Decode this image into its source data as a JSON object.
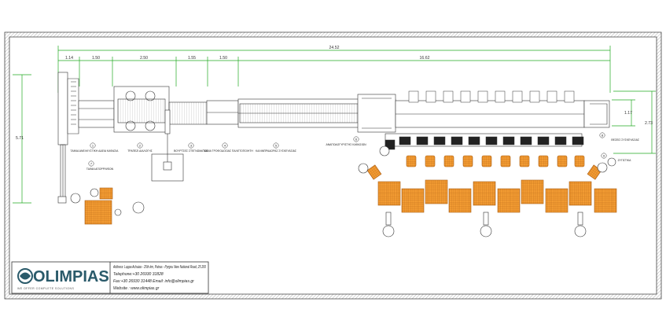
{
  "colors": {
    "line": "#333333",
    "frame": "#555555",
    "dimension": "#22aa22",
    "crate": "#f39c33",
    "crate_grid": "#a85a10",
    "logo": "#2a5a6a"
  },
  "dimensions": {
    "top": [
      "24.52",
      "1.14",
      "1.50",
      "2.50",
      "1.55",
      "1.50",
      "16.62"
    ],
    "left_height": "5.71",
    "right_inner": "1.17",
    "right_outer": "2.73"
  },
  "labels": {
    "label_1": "ΤΑΙΝΙΑ ΑΝΕΛΚΥΣΤΙΚΗ ΑΔΕΙΑ ΚΑΦΑΣΙΑ",
    "label_2": "ΤΡΑΠΕΖΙ ΔΙΑΛΟΓΗΣ",
    "label_3": "ΒΟΥΡΤΣΕΣ ΣΤΕΓΝΩΜΑΤΟΣ",
    "label_4": "ΤΑΙΝΙΑ ΤΡΟΦΟΔΟΣΙΑΣ ΠΑΛΕΤΟΠΟΙΗΤΗ",
    "label_5": "ΚΑΛΙΜΠΡΑΔΟΡΑΣ ΣΥΣΚΕΥΑΣΙΑΣ",
    "label_6": "ΑΝΑΠΟΔΟΓΥΡΙΣΤΗΣ ΚΑΦΑΣΙΩΝ",
    "label_7": "ΤΑΙΝΙΑ ΑΠΟΡΡΙΨΕΩΝ",
    "label_8": "ΘΕΣΕΙΣ ΣΥΣΚΕΥΑΣΙΑΣ",
    "label_9": "ΖΥΓΙΣΤΙΚΑ"
  },
  "markers": [
    "1",
    "2",
    "3",
    "4",
    "5",
    "6",
    "7",
    "8",
    "9"
  ],
  "title_block": {
    "logo": "OLIMPIAS",
    "tagline": "WE OFFER COMPLETE SOLUTIONS",
    "address": "Address: Lappa Achaias - 25th km, Patras - Pyrgou New National Road, 25 200",
    "telephone": "Telephone:+30 26930 31828",
    "fax_email": "Fax:+30 26930 31448  Email: info@olimpias.gr",
    "website": "Website : www.olimpias.gr"
  }
}
